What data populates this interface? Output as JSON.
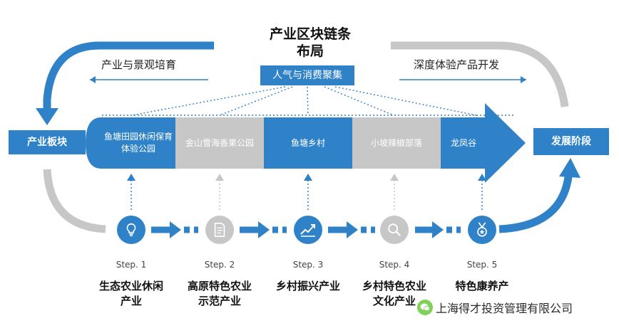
{
  "header": {
    "title_line1": "产业区块链条",
    "title_line2": "布局",
    "consumption_box": "人气与消费聚集"
  },
  "flows": {
    "left_label": "产业与景观培育",
    "right_label": "深度体验产品开发"
  },
  "side_boxes": {
    "left": "产业板块",
    "right": "发展阶段"
  },
  "arrow_segments": [
    {
      "label": "鱼塘田园休闲保育体验公园",
      "color": "blue"
    },
    {
      "label": "金山雪海香果公园",
      "color": "grey"
    },
    {
      "label": "鱼塘乡村",
      "color": "blue"
    },
    {
      "label": "小坡辣椒部落",
      "color": "grey"
    },
    {
      "label": "龙凤谷",
      "color": "blue"
    }
  ],
  "steps": [
    {
      "step": "Step. 1",
      "text": "生态农业休闲产业",
      "icon": "lightbulb-icon",
      "color": "blue"
    },
    {
      "step": "Step. 2",
      "text": "高原特色农业示范产业",
      "icon": "document-icon",
      "color": "grey"
    },
    {
      "step": "Step. 3",
      "text": "乡村振兴产业",
      "icon": "growth-chart-icon",
      "color": "blue"
    },
    {
      "step": "Step. 4",
      "text": "乡村特色农业文化产业",
      "icon": "magnifier-icon",
      "color": "grey"
    },
    {
      "step": "Step. 5",
      "text": "特色康养产",
      "icon": "medal-icon",
      "color": "blue"
    }
  ],
  "watermark": "上海得才投资管理有限公司",
  "colors": {
    "accent": "#2f82c8",
    "muted": "#c7c7c7"
  }
}
